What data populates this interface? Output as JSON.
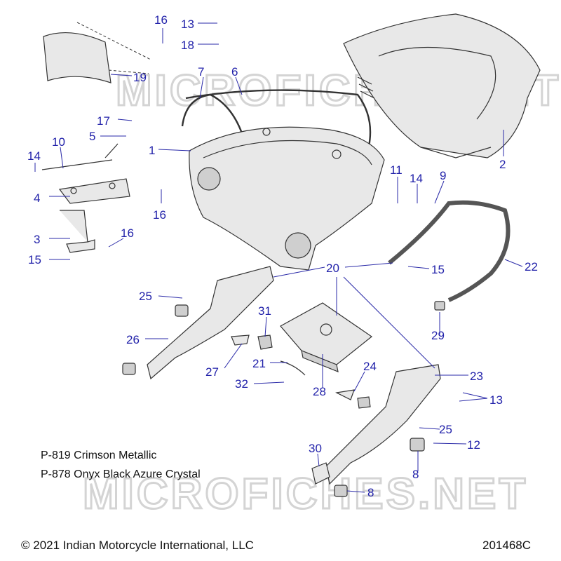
{
  "watermark": "MICROFICHES.NET",
  "callouts": [
    "1",
    "2",
    "3",
    "4",
    "5",
    "6",
    "7",
    "8",
    "9",
    "10",
    "11",
    "12",
    "13",
    "14",
    "15",
    "16",
    "17",
    "18",
    "19",
    "20",
    "21",
    "22",
    "23",
    "24",
    "25",
    "26",
    "27",
    "28",
    "29",
    "30",
    "31",
    "32"
  ],
  "notes": [
    "P-819 Crimson Metallic",
    "P-878 Onyx Black Azure Crystal"
  ],
  "copyright": "© 2021 Indian Motorcycle International, LLC",
  "figure_code": "201468C",
  "colors": {
    "callout": "#2222aa",
    "line": "#333333",
    "part_fill": "#e8e8e8"
  }
}
